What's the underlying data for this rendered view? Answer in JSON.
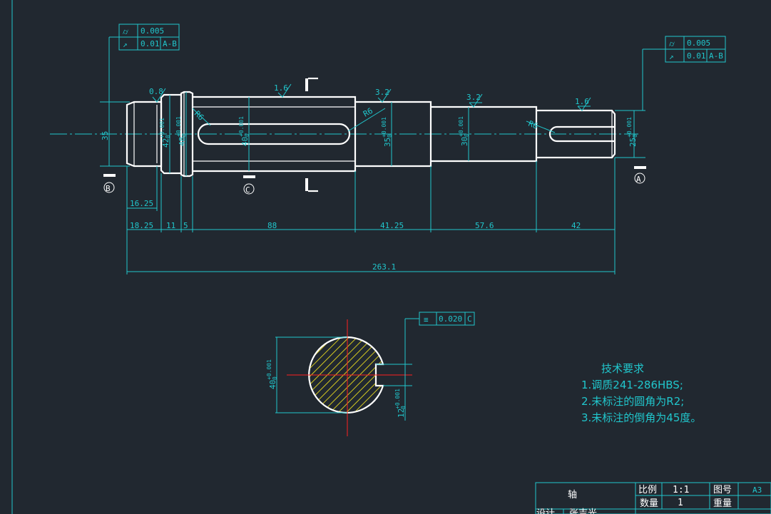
{
  "tolerance_frames": {
    "left": {
      "runout": "0.005",
      "circ": "0.01",
      "datum": "A-B"
    },
    "right": {
      "runout": "0.005",
      "circ": "0.01",
      "datum": "A-B"
    },
    "section": {
      "sym": "0.020",
      "datum": "C"
    }
  },
  "roughness": {
    "r1": "0.8",
    "r2": "1.6",
    "r3": "3.2",
    "r4": "3.2",
    "r5": "1.6"
  },
  "datums": {
    "a": "A",
    "b": "B",
    "c": "C"
  },
  "radii": {
    "r1": "R6",
    "r2": "R6",
    "r3": "R6"
  },
  "diameters": {
    "d35": "35",
    "d42": "42",
    "d48": "48",
    "d40": "40",
    "d35b": "35",
    "d30": "30",
    "d25": "25",
    "tol": "+0.001\n0"
  },
  "dimensions": {
    "d1625": "16.25",
    "d1825": "18.25",
    "d11": "11",
    "d5": "5",
    "d88": "88",
    "d4125": "41.25",
    "d576": "57.6",
    "d42": "42",
    "total": "263.1",
    "sec40": "40",
    "sec12": "12"
  },
  "notes": {
    "title": "技术要求",
    "l1": "1.调质241-286HBS;",
    "l2": "2.未标注的圆角为R2;",
    "l3": "3.未标注的倒角为45度。"
  },
  "title_block": {
    "name": "轴",
    "scale_label": "比例",
    "scale_value": "1:1",
    "drawing_no_label": "图号",
    "sheet": "A3",
    "qty_label": "数量",
    "qty_value": "1",
    "weight_label": "重量",
    "designer_label": "设计",
    "designer": "张吉光"
  }
}
